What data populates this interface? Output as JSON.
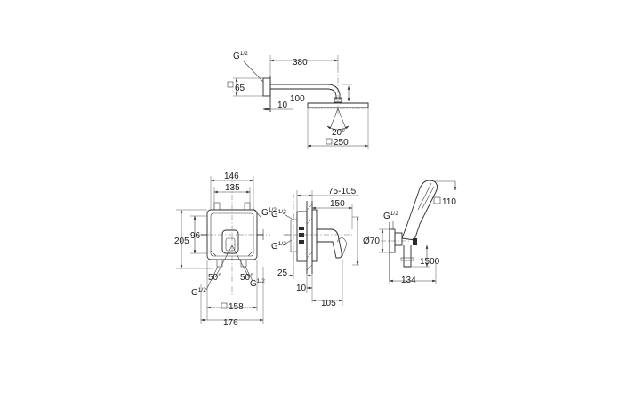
{
  "shower_head": {
    "dim_thread_label": "G",
    "dim_thread_size": "1/2",
    "dim_arm_length": "380",
    "dim_flange": "65",
    "dim_drop": "100",
    "dim_wall": "10",
    "dim_angle": "20°",
    "dim_head_size": "250"
  },
  "mixer_front": {
    "dim_width_outer": "146",
    "dim_width_inner": "135",
    "dim_height_outer": "205",
    "dim_height_inner": "96",
    "dim_angle_left": "50°",
    "dim_angle_right": "50°",
    "dim_thread_label": "G",
    "dim_thread_size": "1/2",
    "dim_plate": "158",
    "dim_overall_width": "176"
  },
  "mixer_side": {
    "dim_depth_range": "75-105",
    "dim_depth": "150",
    "dim_thread_label": "G",
    "dim_thread_size": "1/2",
    "dim_offset": "25",
    "dim_wall": "10",
    "dim_projection": "105"
  },
  "hand_shower": {
    "dim_thread_label": "G",
    "dim_thread_size": "1/2",
    "dim_outlet_dia": "70",
    "dim_head_size": "110",
    "dim_hose_length": "1500",
    "dim_projection": "134"
  }
}
